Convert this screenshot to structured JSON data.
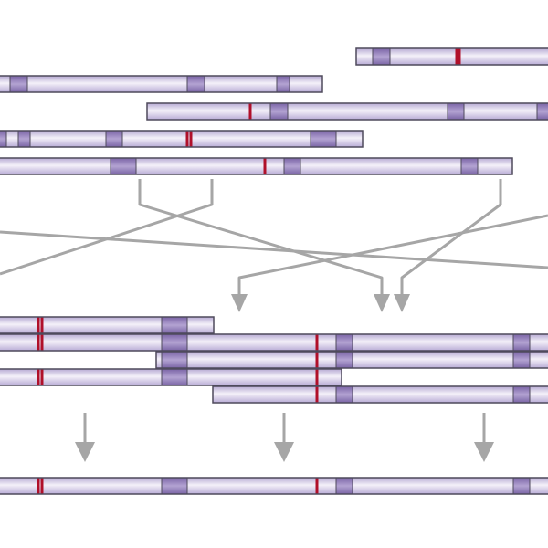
{
  "colors": {
    "background": "#ffffff",
    "read_fill_light": "#f1eef8",
    "read_fill_mid": "#d9d2ea",
    "read_fill_dark": "#b9acd6",
    "read_outline": "#4f4a5c",
    "marker_block": "#8f7ab8",
    "snp_mark": "#b0102a",
    "arrow": "#a6a6a6"
  },
  "icons": [
    "down-arrow-icon"
  ],
  "diagram": {
    "description_elements": [
      "sequence-reads",
      "overlap-connectors",
      "aligned-reads",
      "merge-arrows",
      "assembled-contig"
    ]
  }
}
